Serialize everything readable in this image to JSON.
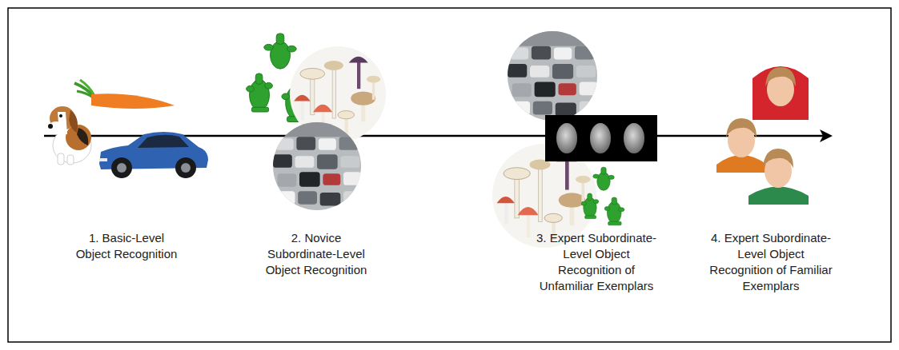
{
  "diagram": {
    "labels": [
      "1. Basic-Level Object Recognition",
      "2. Novice Subordinate-Level Object Recognition",
      "3. Expert Subordinate-Level Object Recognition of Unfamiliar Exemplars",
      "4. Expert Subordinate-Level Object Recognition of Familiar Exemplars"
    ]
  }
}
